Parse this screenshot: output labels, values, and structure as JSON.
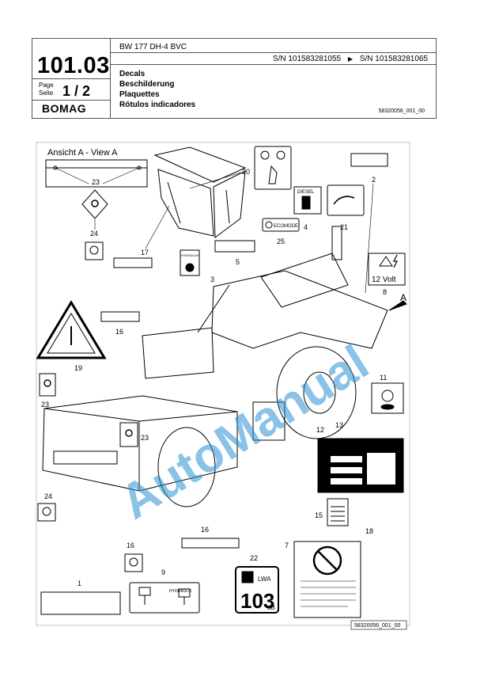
{
  "header": {
    "page_number": "101.03",
    "page_label": "Page",
    "page_label_de": "Seite",
    "page_fraction": "1 / 2",
    "brand": "BOMAG",
    "model": "BW 177 DH-4 BVC",
    "serial_from": "S/N 101583281055",
    "serial_arrow": "▶",
    "serial_to": "S/N 101583281065",
    "titles": [
      "Decals",
      "Beschilderung",
      "Plaquettes",
      "Rótulos indicadores"
    ],
    "doc_ref": "58320056_001_00"
  },
  "figure": {
    "view_label": "Ansicht A - View A",
    "callouts": {
      "c1": "1",
      "c2": "2",
      "c3": "3",
      "c4": "4",
      "c5": "5",
      "c7": "7",
      "c8": "8",
      "c9": "9",
      "c11": "11",
      "c12": "12",
      "c13": "13",
      "c15": "15",
      "c16a": "16",
      "c16b": "16",
      "c16c": "16",
      "c17": "17",
      "c18": "18",
      "c19": "19",
      "c20": "20",
      "c21": "21",
      "c22": "22",
      "c23a": "23",
      "c23b": "23",
      "c23c": "23",
      "c24a": "24",
      "c24b": "24",
      "c25": "25"
    },
    "view_marker": "A",
    "decal_diesel": "DIESEL",
    "decal_hydraulik": "HYDRAULIK",
    "decal_hydraulik_small": "HYDRAULIK",
    "decal_ecomode": "ECOMODE",
    "decal_12volt": "12 Volt",
    "decal_lwa": "LWA",
    "decal_db_value": "103",
    "decal_db_unit": "dB",
    "footer_ref": "58320056_001_00",
    "watermark": "AutoManual"
  },
  "colors": {
    "watermark": "#2a8fd6",
    "line": "#000000"
  }
}
